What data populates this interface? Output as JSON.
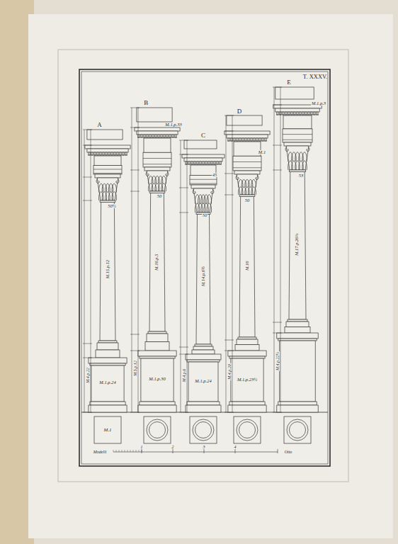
{
  "diagram": {
    "title": "T. XXXV.",
    "labels": [
      "A",
      "B",
      "C",
      "D",
      "E",
      "M.1.p.33",
      "M.1",
      "M.1.p.3",
      "50½",
      "50",
      "45",
      "50",
      "50",
      "53",
      "M.15.p.12",
      "M.16.p.5",
      "M.14.p.6½",
      "M.16",
      "M.17.p.26⅔",
      "M.1.p.24",
      "M.1.p.30",
      "M.1.p.24",
      "M.1.p.23½",
      "M.4.p.22",
      "M.5.p.12",
      "M.4.p.6",
      "M.4.p.20",
      "M.4.p.22½",
      "M.1",
      "Modelli",
      "1",
      "2",
      "3",
      "4",
      "Otto"
    ]
  }
}
